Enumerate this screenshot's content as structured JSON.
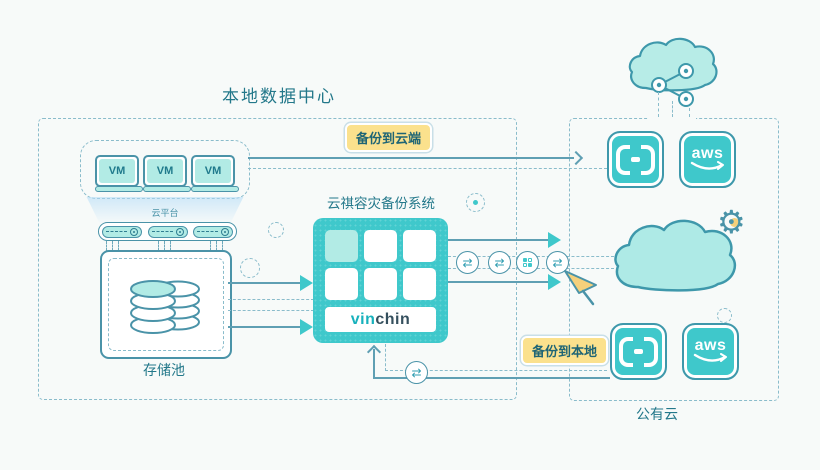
{
  "diagram": {
    "title": "本地数据中心",
    "local": {
      "vm_label": "VM",
      "platform_label": "云平台",
      "storage_label": "存储池"
    },
    "system": {
      "title": "云祺容灾备份系统",
      "logo_vin": "vin",
      "logo_chin": "chin"
    },
    "tags": {
      "to_cloud": "备份到云端",
      "to_local": "备份到本地"
    },
    "public_cloud": {
      "label": "公有云",
      "aws": "aws"
    },
    "icons": {
      "transfer": "⇄",
      "gear": "⚙"
    },
    "colors": {
      "teal": "#3fc8cb",
      "light_teal": "#b2ebe5",
      "outline": "#4a93a8",
      "dashed": "#8abccb",
      "yellow_tag": "#fbe18d",
      "text": "#23788a",
      "cursor_yellow": "#f5d07b",
      "background": "#f7faf9"
    }
  }
}
